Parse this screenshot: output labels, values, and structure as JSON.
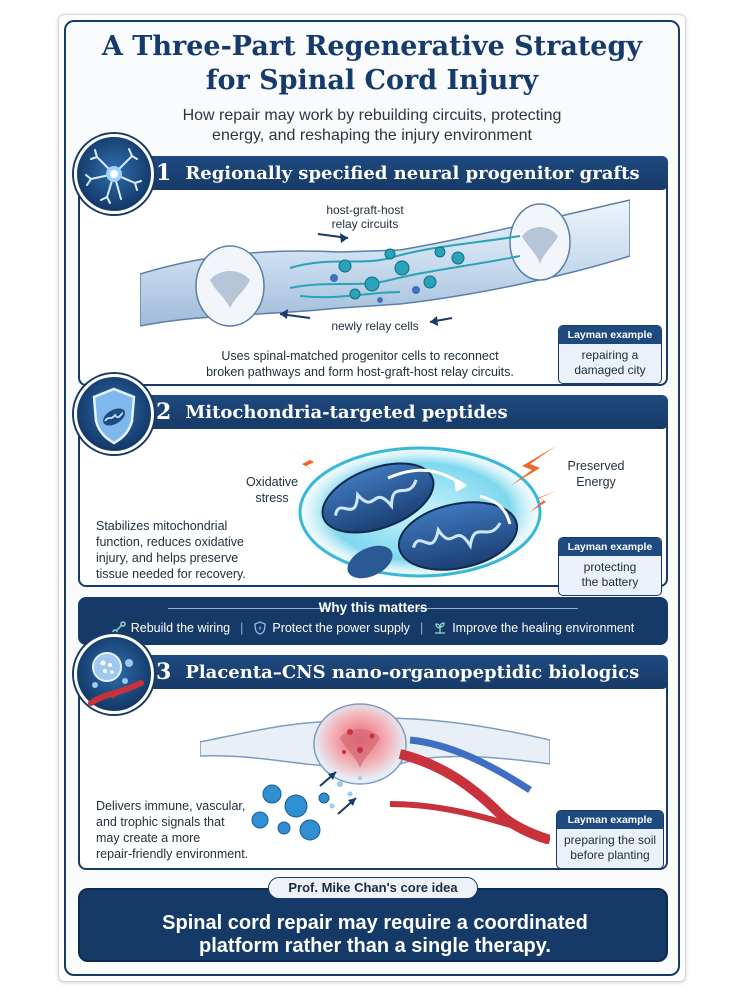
{
  "title_line1": "A Three-Part Regenerative Strategy",
  "title_line2": "for Spinal Cord Injury",
  "subtitle_line1": "How repair may work by rebuilding circuits, protecting",
  "subtitle_line2": "energy, and reshaping the injury environment",
  "sections": [
    {
      "number": "1",
      "heading": "Regionally specified neural progenitor grafts",
      "label_top_line1": "host-graft-host",
      "label_top_line2": "relay circuits",
      "label_bottom": "newly relay cells",
      "caption_line1": "Uses spinal-matched progenitor cells to reconnect",
      "caption_line2": "broken pathways and form host-graft-host relay circuits.",
      "layman_header": "Layman example",
      "layman_line1": "repairing a",
      "layman_line2": "damaged city",
      "icon": "neuron-icon"
    },
    {
      "number": "2",
      "heading": "Mitochondria-targeted peptides",
      "label_left_line1": "Oxidative",
      "label_left_line2": "stress",
      "label_right_line1": "Preserved",
      "label_right_line2": "Energy",
      "caption_line1": "Stabilizes mitochondrial",
      "caption_line2": "function, reduces oxidative",
      "caption_line3": "injury, and helps preserve",
      "caption_line4": "tissue needed for recovery.",
      "layman_header": "Layman example",
      "layman_line1": "protecting",
      "layman_line2": "the battery",
      "icon": "shield-mitochondria-icon"
    },
    {
      "number": "3",
      "heading": "Placenta–CNS nano-organopeptidic biologics",
      "caption_line1": "Delivers immune, vascular,",
      "caption_line2": "and trophic signals that",
      "caption_line3": "may create a more",
      "caption_line4": "repair-friendly environment.",
      "layman_header": "Layman example",
      "layman_line1": "preparing the soil",
      "layman_line2": "before planting",
      "icon": "vesicle-vessel-icon"
    }
  ],
  "why": {
    "title": "Why this matters",
    "item1": "Rebuild the wiring",
    "item2": "Protect the power supply",
    "item3": "Improve the healing environment",
    "sep": "|"
  },
  "core": {
    "label": "Prof. Mike Chan's core idea",
    "line1": "Spinal cord repair may require a coordinated",
    "line2": "platform rather than a single therapy."
  },
  "colors": {
    "navy": "#163a68",
    "accent_blue": "#2f6fb0",
    "teal": "#2aa3b8",
    "alert_orange": "#f0672a",
    "vessel_red": "#c8323a"
  }
}
